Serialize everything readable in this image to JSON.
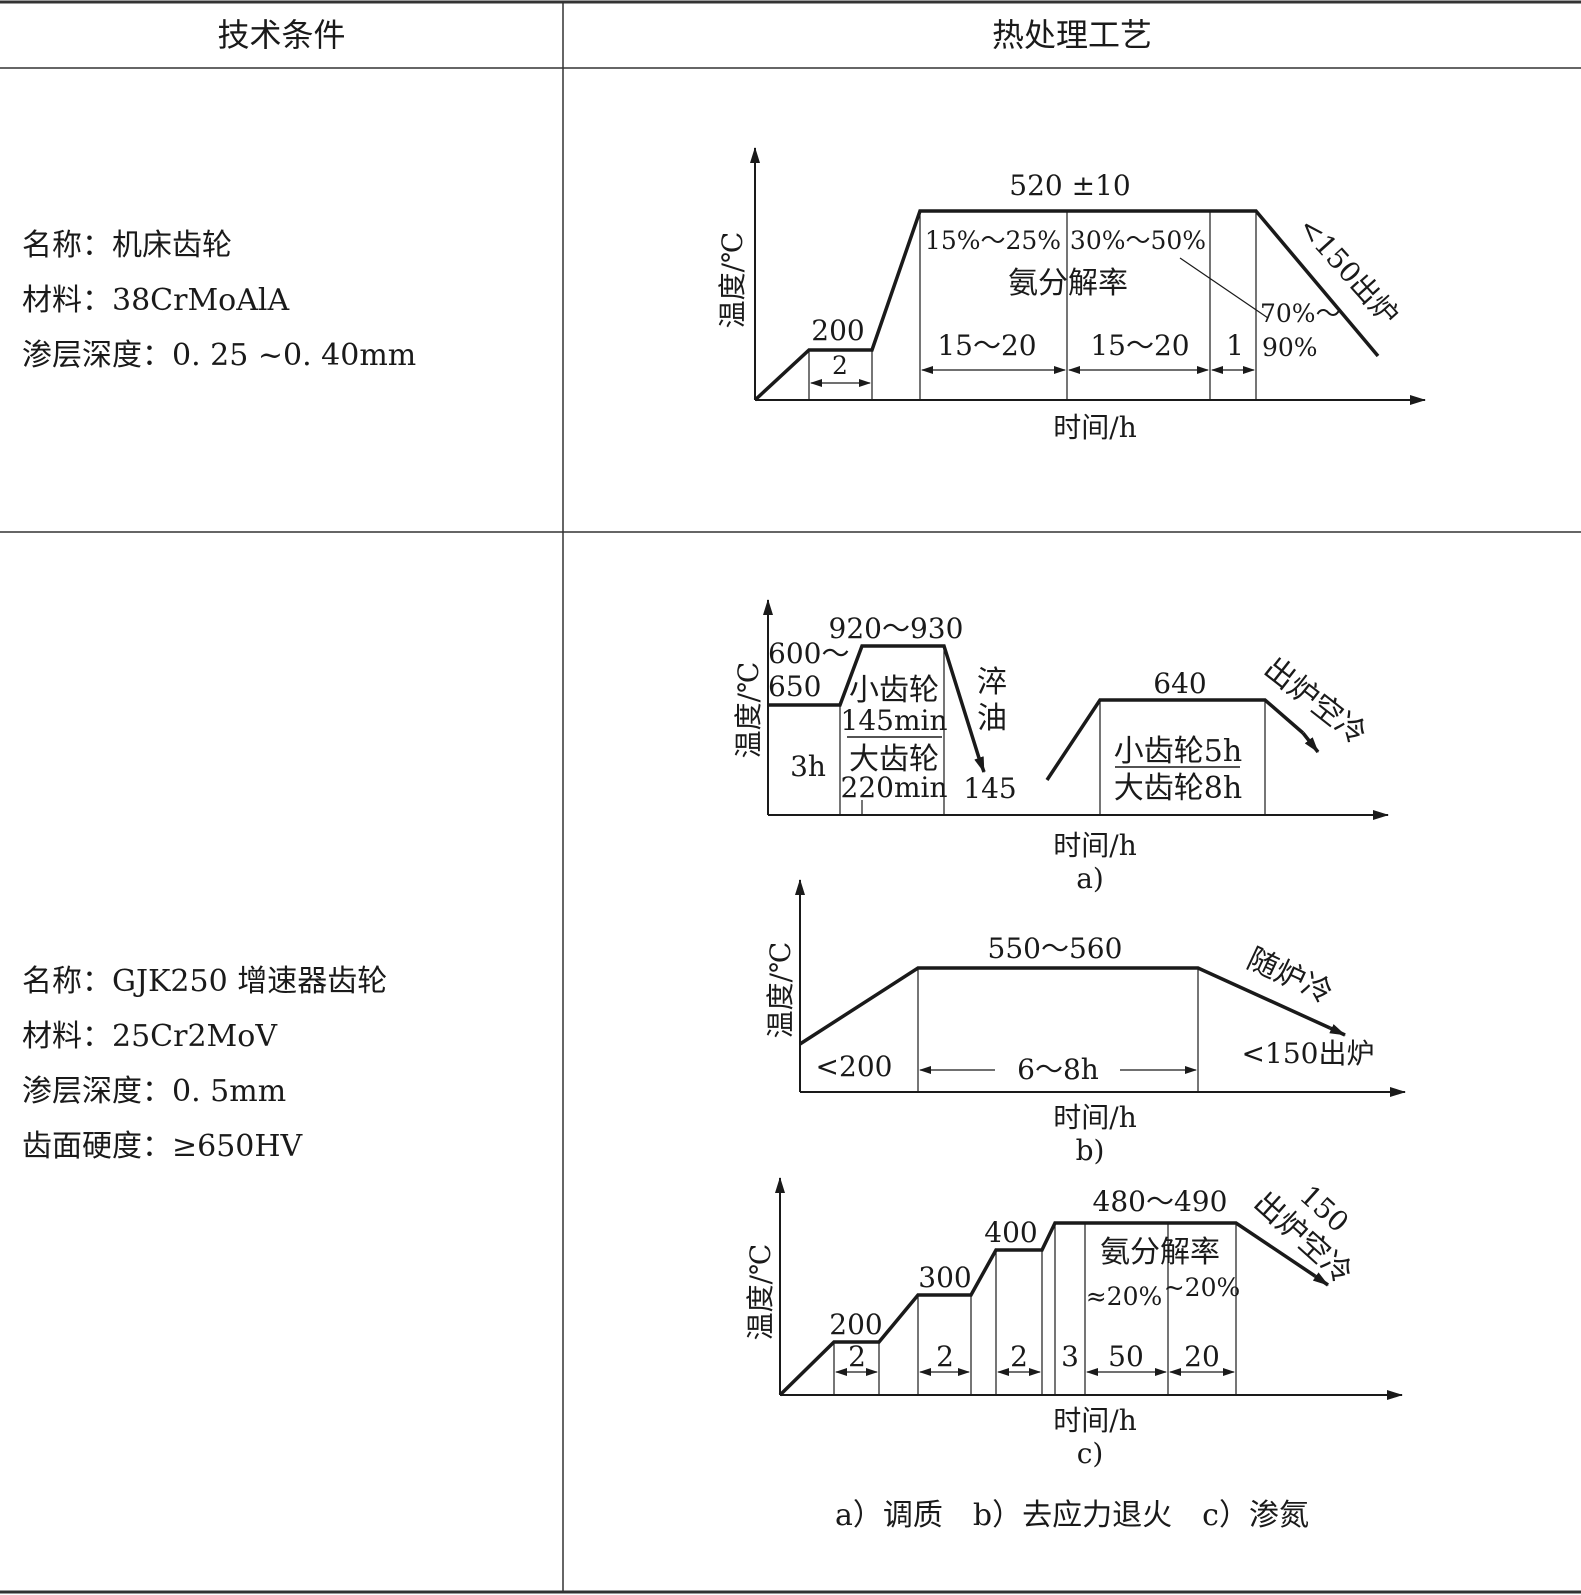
{
  "header": {
    "col1": "技术条件",
    "col2": "热处理工艺"
  },
  "row1": {
    "specs": [
      "名称：机床齿轮",
      "材料：38CrMoAlA",
      "渗层深度：0. 25 ~0. 40mm"
    ],
    "chart": {
      "ylabel": "温度/℃",
      "xlabel": "时间/h",
      "temp_top": "520 ±10",
      "temp_low": "200",
      "ratio1": "15%～25%",
      "ratio2": "30%～50%",
      "ratio_title": "氨分解率",
      "ratio3_a": "70%～",
      "ratio3_b": "90%",
      "cool": "<150出炉",
      "dur_low": "2",
      "dur1": "15～20",
      "dur2": "15～20",
      "dur3": "1"
    }
  },
  "row2": {
    "specs": [
      "名称：GJK250 增速器齿轮",
      "材料：25Cr2MoV",
      "渗层深度：0. 5mm",
      "齿面硬度：≥650HV"
    ],
    "chart_a": {
      "ylabel": "温度/℃",
      "xlabel": "时间/h",
      "caption": "a)",
      "preheat_a": "600～",
      "preheat_b": "650",
      "preheat_time": "3h",
      "austen": "920～930",
      "small_gear": "小齿轮",
      "small_time": "145min",
      "large_gear": "大齿轮",
      "large_time": "220min",
      "quench_1": "淬",
      "quench_2": "油",
      "quench_end": "145",
      "temper": "640",
      "temper_small": "小齿轮5h",
      "temper_large": "大齿轮8h",
      "temper_cool": "出炉空冷"
    },
    "chart_b": {
      "ylabel": "温度/℃",
      "xlabel": "时间/h",
      "caption": "b)",
      "temp": "550～560",
      "start": "<200",
      "duration": "6～8h",
      "cool": "随炉冷",
      "exit": "<150出炉"
    },
    "chart_c": {
      "ylabel": "温度/℃",
      "xlabel": "时间/h",
      "caption": "c)",
      "t200": "200",
      "t300": "300",
      "t400": "400",
      "t480": "480～490",
      "ratio_title": "氨分解率",
      "ratio1": "≈20%",
      "ratio2": "~20%",
      "d1": "2",
      "d2": "2",
      "d3": "2",
      "d4": "3",
      "d5": "50",
      "d6": "20",
      "cool_a": "150",
      "cool_b": "出炉空冷"
    },
    "legend": "a）调质　b）去应力退火　c）渗氮"
  }
}
